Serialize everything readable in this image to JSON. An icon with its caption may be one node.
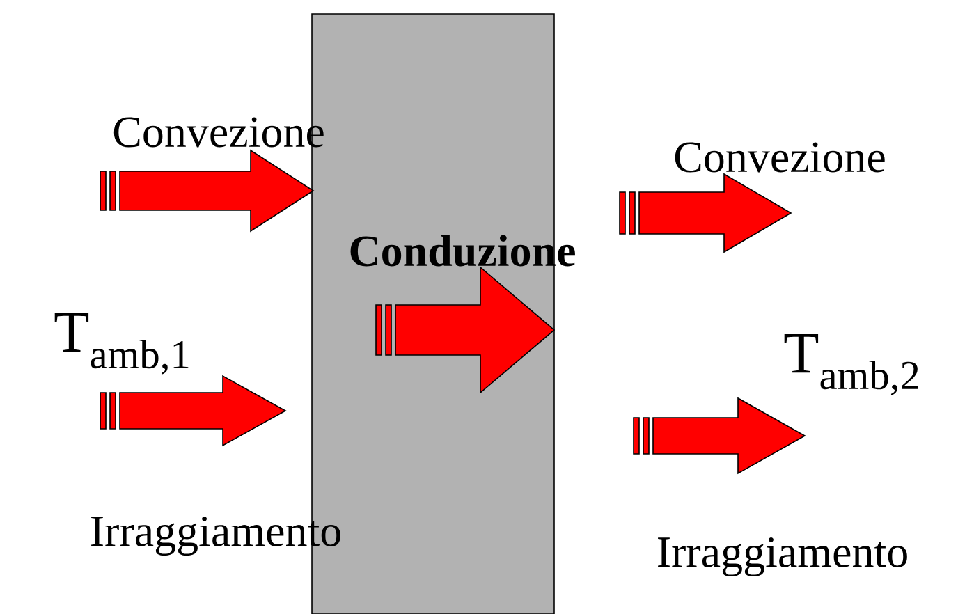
{
  "diagram": {
    "labels": [
      "Convezione",
      "Convezione",
      "Conduzione",
      "T$_{amb,1}$",
      "T$_{amb,2}$",
      "Irraggiamento",
      "Irraggiamento"
    ]
  }
}
